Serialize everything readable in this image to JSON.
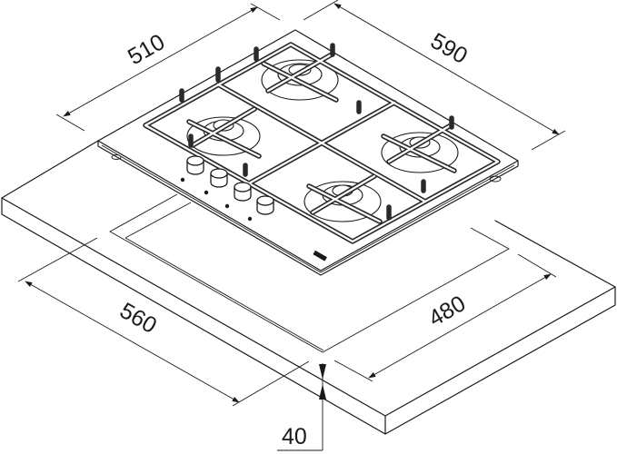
{
  "drawing": {
    "subject": "Built-in gas hob installation diagram",
    "units": "mm",
    "burner_count": 4,
    "knob_count": 4
  },
  "dimensions": {
    "hob_depth": "510",
    "hob_width": "590",
    "cutout_width": "560",
    "cutout_depth": "480",
    "worktop_min_thickness": "40"
  },
  "colors": {
    "line": "#1a1a1a",
    "background": "#ffffff"
  }
}
